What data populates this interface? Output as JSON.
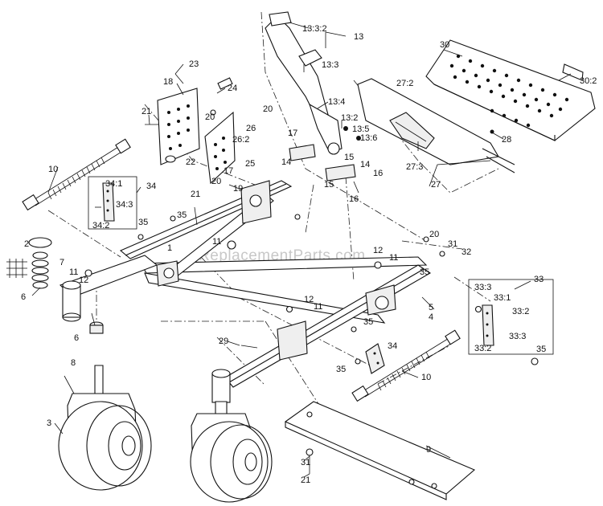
{
  "watermark": "eReplacementParts.com",
  "callouts": {
    "c1": "1",
    "c2": "2",
    "c3": "3",
    "c4": "4",
    "c5": "5",
    "c6a": "6",
    "c6b": "6",
    "c7": "7",
    "c8": "8",
    "c9": "9",
    "c10a": "10",
    "c10b": "10",
    "c11a": "11",
    "c11b": "11",
    "c11c": "11",
    "c11d": "11",
    "c12a": "12",
    "c12b": "12",
    "c12c": "12",
    "c13": "13",
    "c13_2": "13:2",
    "c13_3": "13:3",
    "c13_3_2": "13:3:2",
    "c13_4": "13:4",
    "c13_5": "13:5",
    "c13_6": "13:6",
    "c14a": "14",
    "c14b": "14",
    "c15a": "15",
    "c15b": "15",
    "c16a": "16",
    "c16b": "16",
    "c17a": "17",
    "c17b": "17",
    "c18": "18",
    "c19": "19",
    "c20a": "20",
    "c20b": "20",
    "c20c": "20",
    "c20d": "20",
    "c21a": "21",
    "c21b": "21",
    "c21c": "21",
    "c22": "22",
    "c23": "23",
    "c24": "24",
    "c25": "25",
    "c26": "26",
    "c26_2": "26:2",
    "c27": "27",
    "c27_2": "27:2",
    "c27_3": "27:3",
    "c28": "28",
    "c29": "29",
    "c30": "30",
    "c30_2": "30:2",
    "c31a": "31",
    "c31b": "31",
    "c32": "32",
    "c33": "33",
    "c33_1": "33:1",
    "c33_2a": "33:2",
    "c33_2b": "33:2",
    "c33_3a": "33:3",
    "c33_3b": "33:3",
    "c34a": "34",
    "c34b": "34",
    "c34_1": "34:1",
    "c34_2": "34:2",
    "c34_3": "34:3",
    "c35a": "35",
    "c35b": "35",
    "c35c": "35",
    "c35d": "35",
    "c35e": "35",
    "c35f": "35"
  }
}
